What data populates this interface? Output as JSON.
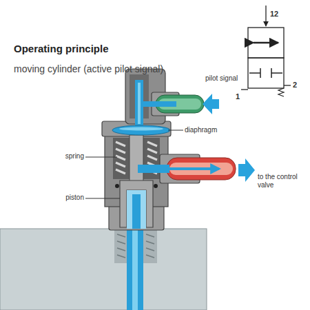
{
  "diagram": {
    "title": "Operating principle",
    "caption": "moving cylinder (active pilot signal)",
    "labels": [
      "pilot signal",
      "diaphragm",
      "spring",
      "piston",
      "to the control valve",
      "12",
      "2",
      "1"
    ]
  }
}
